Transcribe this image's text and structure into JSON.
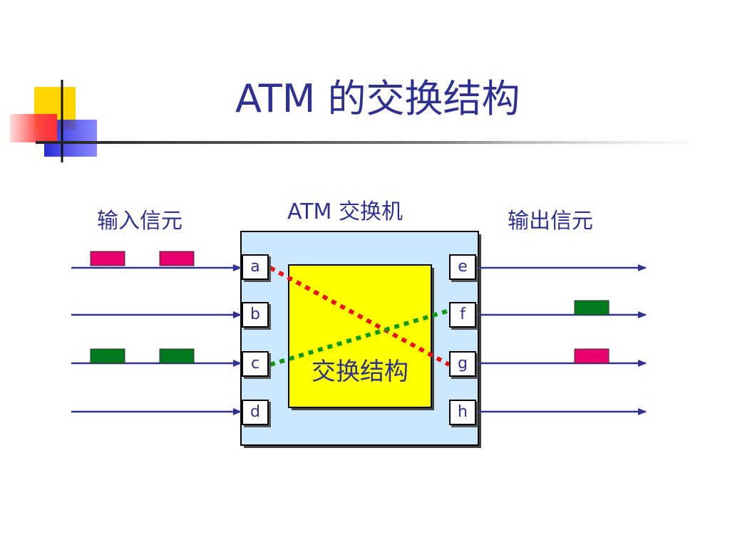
{
  "slide": {
    "title": "ATM 的交换结构"
  },
  "diagram": {
    "switch_label": "ATM 交换机",
    "input_label": "输入信元",
    "output_label": "输出信元",
    "fabric_label": "交换结构",
    "input_ports": [
      "a",
      "b",
      "c",
      "d"
    ],
    "output_ports": [
      "e",
      "f",
      "g",
      "h"
    ],
    "colors": {
      "text": "#2e3192",
      "arrow": "#2e3192",
      "switch_fill": "#cce8ff",
      "fabric_fill": "#ffff00",
      "cell_red": "#e8006e",
      "cell_green": "#007a1e",
      "path_red": "#ee1111",
      "path_green": "#119911"
    }
  }
}
